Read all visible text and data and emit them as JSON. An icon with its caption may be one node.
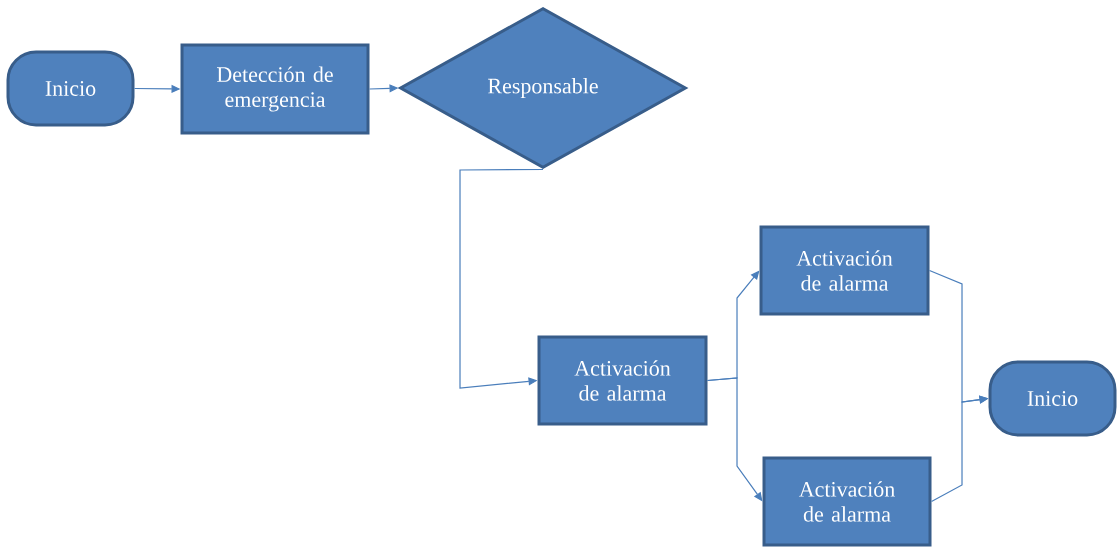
{
  "diagram": {
    "nodes": [
      {
        "text": [
          "Inicio"
        ]
      },
      {
        "text": [
          "Detección de emergencia"
        ]
      },
      {
        "text": [
          "Responsable"
        ]
      },
      {
        "text": [
          "Activación de alarma"
        ]
      },
      {
        "text": [
          "Activación de alarma"
        ]
      },
      {
        "text": [
          "Activación de alarma"
        ]
      },
      {
        "text": [
          "Inicio"
        ]
      }
    ],
    "edges": [
      {
        "from": 0,
        "to": 1,
        "arrow": "to"
      },
      {
        "from": 1,
        "to": 2,
        "arrow": "to"
      },
      {
        "from": 2,
        "to": 3,
        "arrow": "to"
      },
      {
        "from": 3,
        "to": 4,
        "arrow": "to"
      },
      {
        "from": 3,
        "to": 5,
        "arrow": "to"
      },
      {
        "from": 4,
        "to": 6,
        "arrow": "to"
      },
      {
        "from": 5,
        "to": 6,
        "arrow": "to"
      }
    ]
  }
}
